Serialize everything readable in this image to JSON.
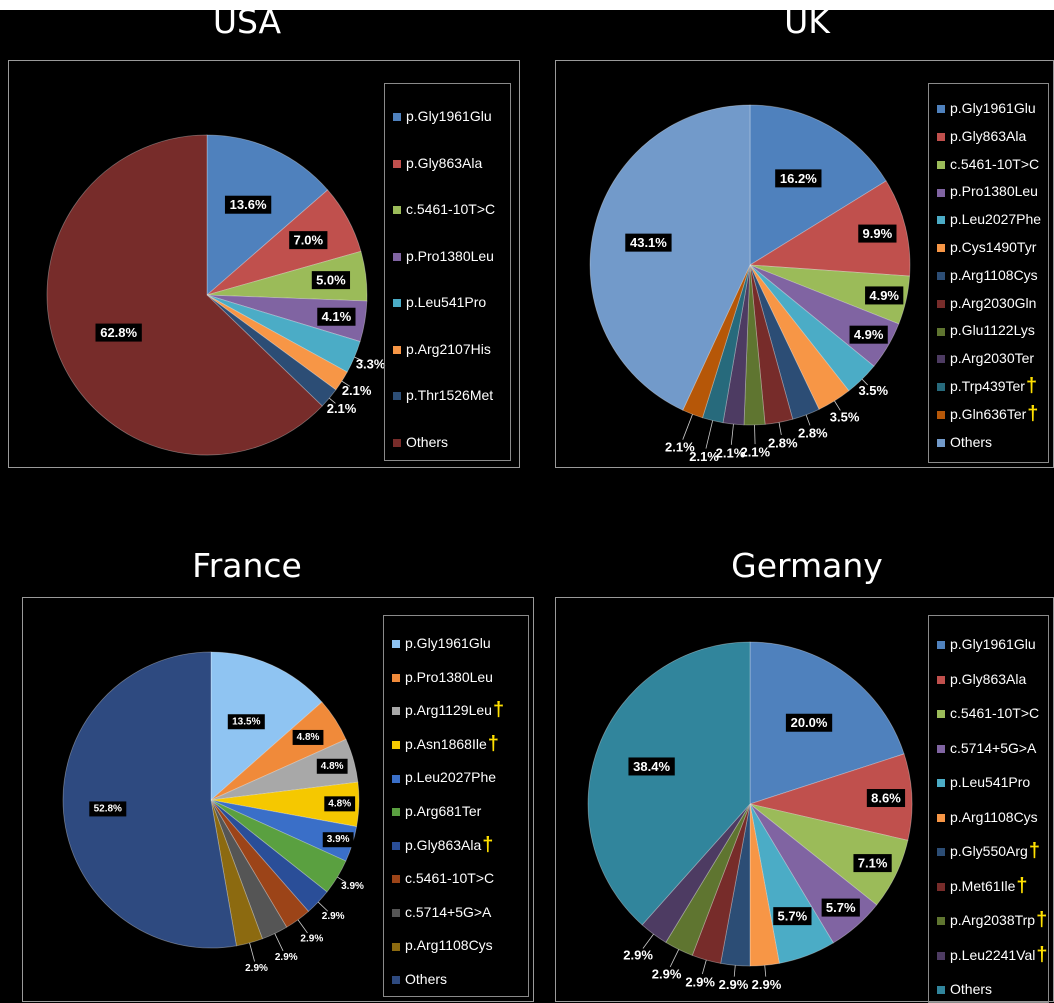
{
  "chart_data": [
    {
      "type": "pie",
      "title": "USA",
      "slices": [
        {
          "label": "p.Gly1961Glu",
          "value": 13.6,
          "display": "13.6%",
          "color": "#4f81bd"
        },
        {
          "label": "p.Gly863Ala",
          "value": 7.0,
          "display": "7.0%",
          "color": "#c0504d"
        },
        {
          "label": "c.5461-10T>C",
          "value": 5.0,
          "display": "5.0%",
          "color": "#9bbb59"
        },
        {
          "label": "p.Pro1380Leu",
          "value": 4.1,
          "display": "4.1%",
          "color": "#8064a2"
        },
        {
          "label": "p.Leu541Pro",
          "value": 3.3,
          "display": "3.3%",
          "color": "#4bacc6"
        },
        {
          "label": "p.Arg2107His",
          "value": 2.1,
          "display": "2.1%",
          "color": "#f79646"
        },
        {
          "label": "p.Thr1526Met",
          "value": 2.1,
          "display": "2.1%",
          "color": "#2c4d75"
        },
        {
          "label": "Others",
          "value": 62.8,
          "display": "62.8%",
          "color": "#772c2a"
        }
      ]
    },
    {
      "type": "pie",
      "title": "UK",
      "slices": [
        {
          "label": "p.Gly1961Glu",
          "value": 16.2,
          "display": "16.2%",
          "color": "#4f81bd"
        },
        {
          "label": "p.Gly863Ala",
          "value": 9.9,
          "display": "9.9%",
          "color": "#c0504d"
        },
        {
          "label": "c.5461-10T>C",
          "value": 4.9,
          "display": "4.9%",
          "color": "#9bbb59"
        },
        {
          "label": "p.Pro1380Leu",
          "value": 4.9,
          "display": "4.9%",
          "color": "#8064a2"
        },
        {
          "label": "p.Leu2027Phe",
          "value": 3.5,
          "display": "3.5%",
          "color": "#4bacc6"
        },
        {
          "label": "p.Cys1490Tyr",
          "value": 3.5,
          "display": "3.5%",
          "color": "#f79646"
        },
        {
          "label": "p.Arg1108Cys",
          "value": 2.8,
          "display": "2.8%",
          "color": "#2c4d75"
        },
        {
          "label": "p.Arg2030Gln",
          "value": 2.8,
          "display": "2.8%",
          "color": "#772c2a"
        },
        {
          "label": "p.Glu1122Lys",
          "value": 2.1,
          "display": "2.1%",
          "color": "#5f7530"
        },
        {
          "label": "p.Arg2030Ter",
          "value": 2.1,
          "display": "2.1%",
          "color": "#4d3b62"
        },
        {
          "label": "p.Trp439Ter",
          "value": 2.1,
          "display": "2.1%",
          "color": "#276a7c",
          "dagger": true
        },
        {
          "label": "p.Gln636Ter",
          "value": 2.1,
          "display": "2.1%",
          "color": "#b65708",
          "dagger": true
        },
        {
          "label": "Others",
          "value": 43.1,
          "display": "43.1%",
          "color": "#729aca"
        }
      ]
    },
    {
      "type": "pie",
      "title": "France",
      "slices": [
        {
          "label": "p.Gly1961Glu",
          "value": 13.5,
          "display": "13.5%",
          "color": "#8fc4f2"
        },
        {
          "label": "p.Pro1380Leu",
          "value": 4.8,
          "display": "4.8%",
          "color": "#f08a3a"
        },
        {
          "label": "p.Arg1129Leu",
          "value": 4.8,
          "display": "4.8%",
          "color": "#a8a8a8",
          "dagger": true
        },
        {
          "label": "p.Asn1868Ile",
          "value": 4.8,
          "display": "4.8%",
          "color": "#f5c800",
          "dagger": true
        },
        {
          "label": "p.Leu2027Phe",
          "value": 3.9,
          "display": "3.9%",
          "color": "#3a6fc8"
        },
        {
          "label": "p.Arg681Ter",
          "value": 3.9,
          "display": "3.9%",
          "color": "#5aa040"
        },
        {
          "label": "p.Gly863Ala",
          "value": 2.9,
          "display": "2.9%",
          "color": "#2a4e98",
          "dagger": true
        },
        {
          "label": "c.5461-10T>C",
          "value": 2.9,
          "display": "2.9%",
          "color": "#9c4418"
        },
        {
          "label": "c.5714+5G>A",
          "value": 2.9,
          "display": "2.9%",
          "color": "#555555"
        },
        {
          "label": "p.Arg1108Cys",
          "value": 2.9,
          "display": "2.9%",
          "color": "#8c6a10"
        },
        {
          "label": "Others",
          "value": 52.8,
          "display": "52.8%",
          "color": "#2e4a80"
        }
      ]
    },
    {
      "type": "pie",
      "title": "Germany",
      "slices": [
        {
          "label": "p.Gly1961Glu",
          "value": 20.0,
          "display": "20.0%",
          "color": "#4f81bd"
        },
        {
          "label": "p.Gly863Ala",
          "value": 8.6,
          "display": "8.6%",
          "color": "#c0504d"
        },
        {
          "label": "c.5461-10T>C",
          "value": 7.1,
          "display": "7.1%",
          "color": "#9bbb59"
        },
        {
          "label": "c.5714+5G>A",
          "value": 5.7,
          "display": "5.7%",
          "color": "#8064a2"
        },
        {
          "label": "p.Leu541Pro",
          "value": 5.7,
          "display": "5.7%",
          "color": "#4bacc6"
        },
        {
          "label": "p.Arg1108Cys",
          "value": 2.9,
          "display": "2.9%",
          "color": "#f79646"
        },
        {
          "label": "p.Gly550Arg",
          "value": 2.9,
          "display": "2.9%",
          "color": "#2c4d75",
          "dagger": true
        },
        {
          "label": "p.Met61Ile",
          "value": 2.9,
          "display": "2.9%",
          "color": "#772c2a",
          "dagger": true
        },
        {
          "label": "p.Arg2038Trp",
          "value": 2.9,
          "display": "2.9%",
          "color": "#5f7530",
          "dagger": true
        },
        {
          "label": "p.Leu2241Val",
          "value": 2.9,
          "display": "2.9%",
          "color": "#4d3b62",
          "dagger": true
        },
        {
          "label": "Others",
          "value": 38.4,
          "display": "38.4%",
          "color": "#31859c"
        }
      ]
    }
  ],
  "dagger_symbol": "†"
}
